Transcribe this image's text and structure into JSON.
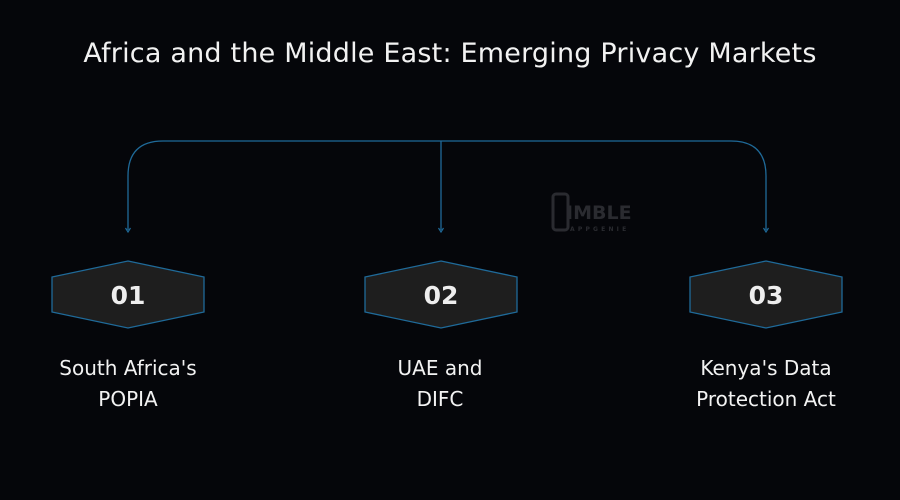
{
  "title": "Africa and the Middle East: Emerging Privacy Markets",
  "watermark": {
    "line1": "NIMBLE",
    "line2": "APPGENIE"
  },
  "colors": {
    "background": "#05060a",
    "connector": "#1f6a99",
    "hex_fill": "#1e1e1e",
    "text": "#f2f2f2"
  },
  "items": [
    {
      "number": "01",
      "label_line1": "South Africa's",
      "label_line2": "POPIA"
    },
    {
      "number": "02",
      "label_line1": "UAE and",
      "label_line2": "DIFC"
    },
    {
      "number": "03",
      "label_line1": "Kenya's Data",
      "label_line2": "Protection Act"
    }
  ]
}
